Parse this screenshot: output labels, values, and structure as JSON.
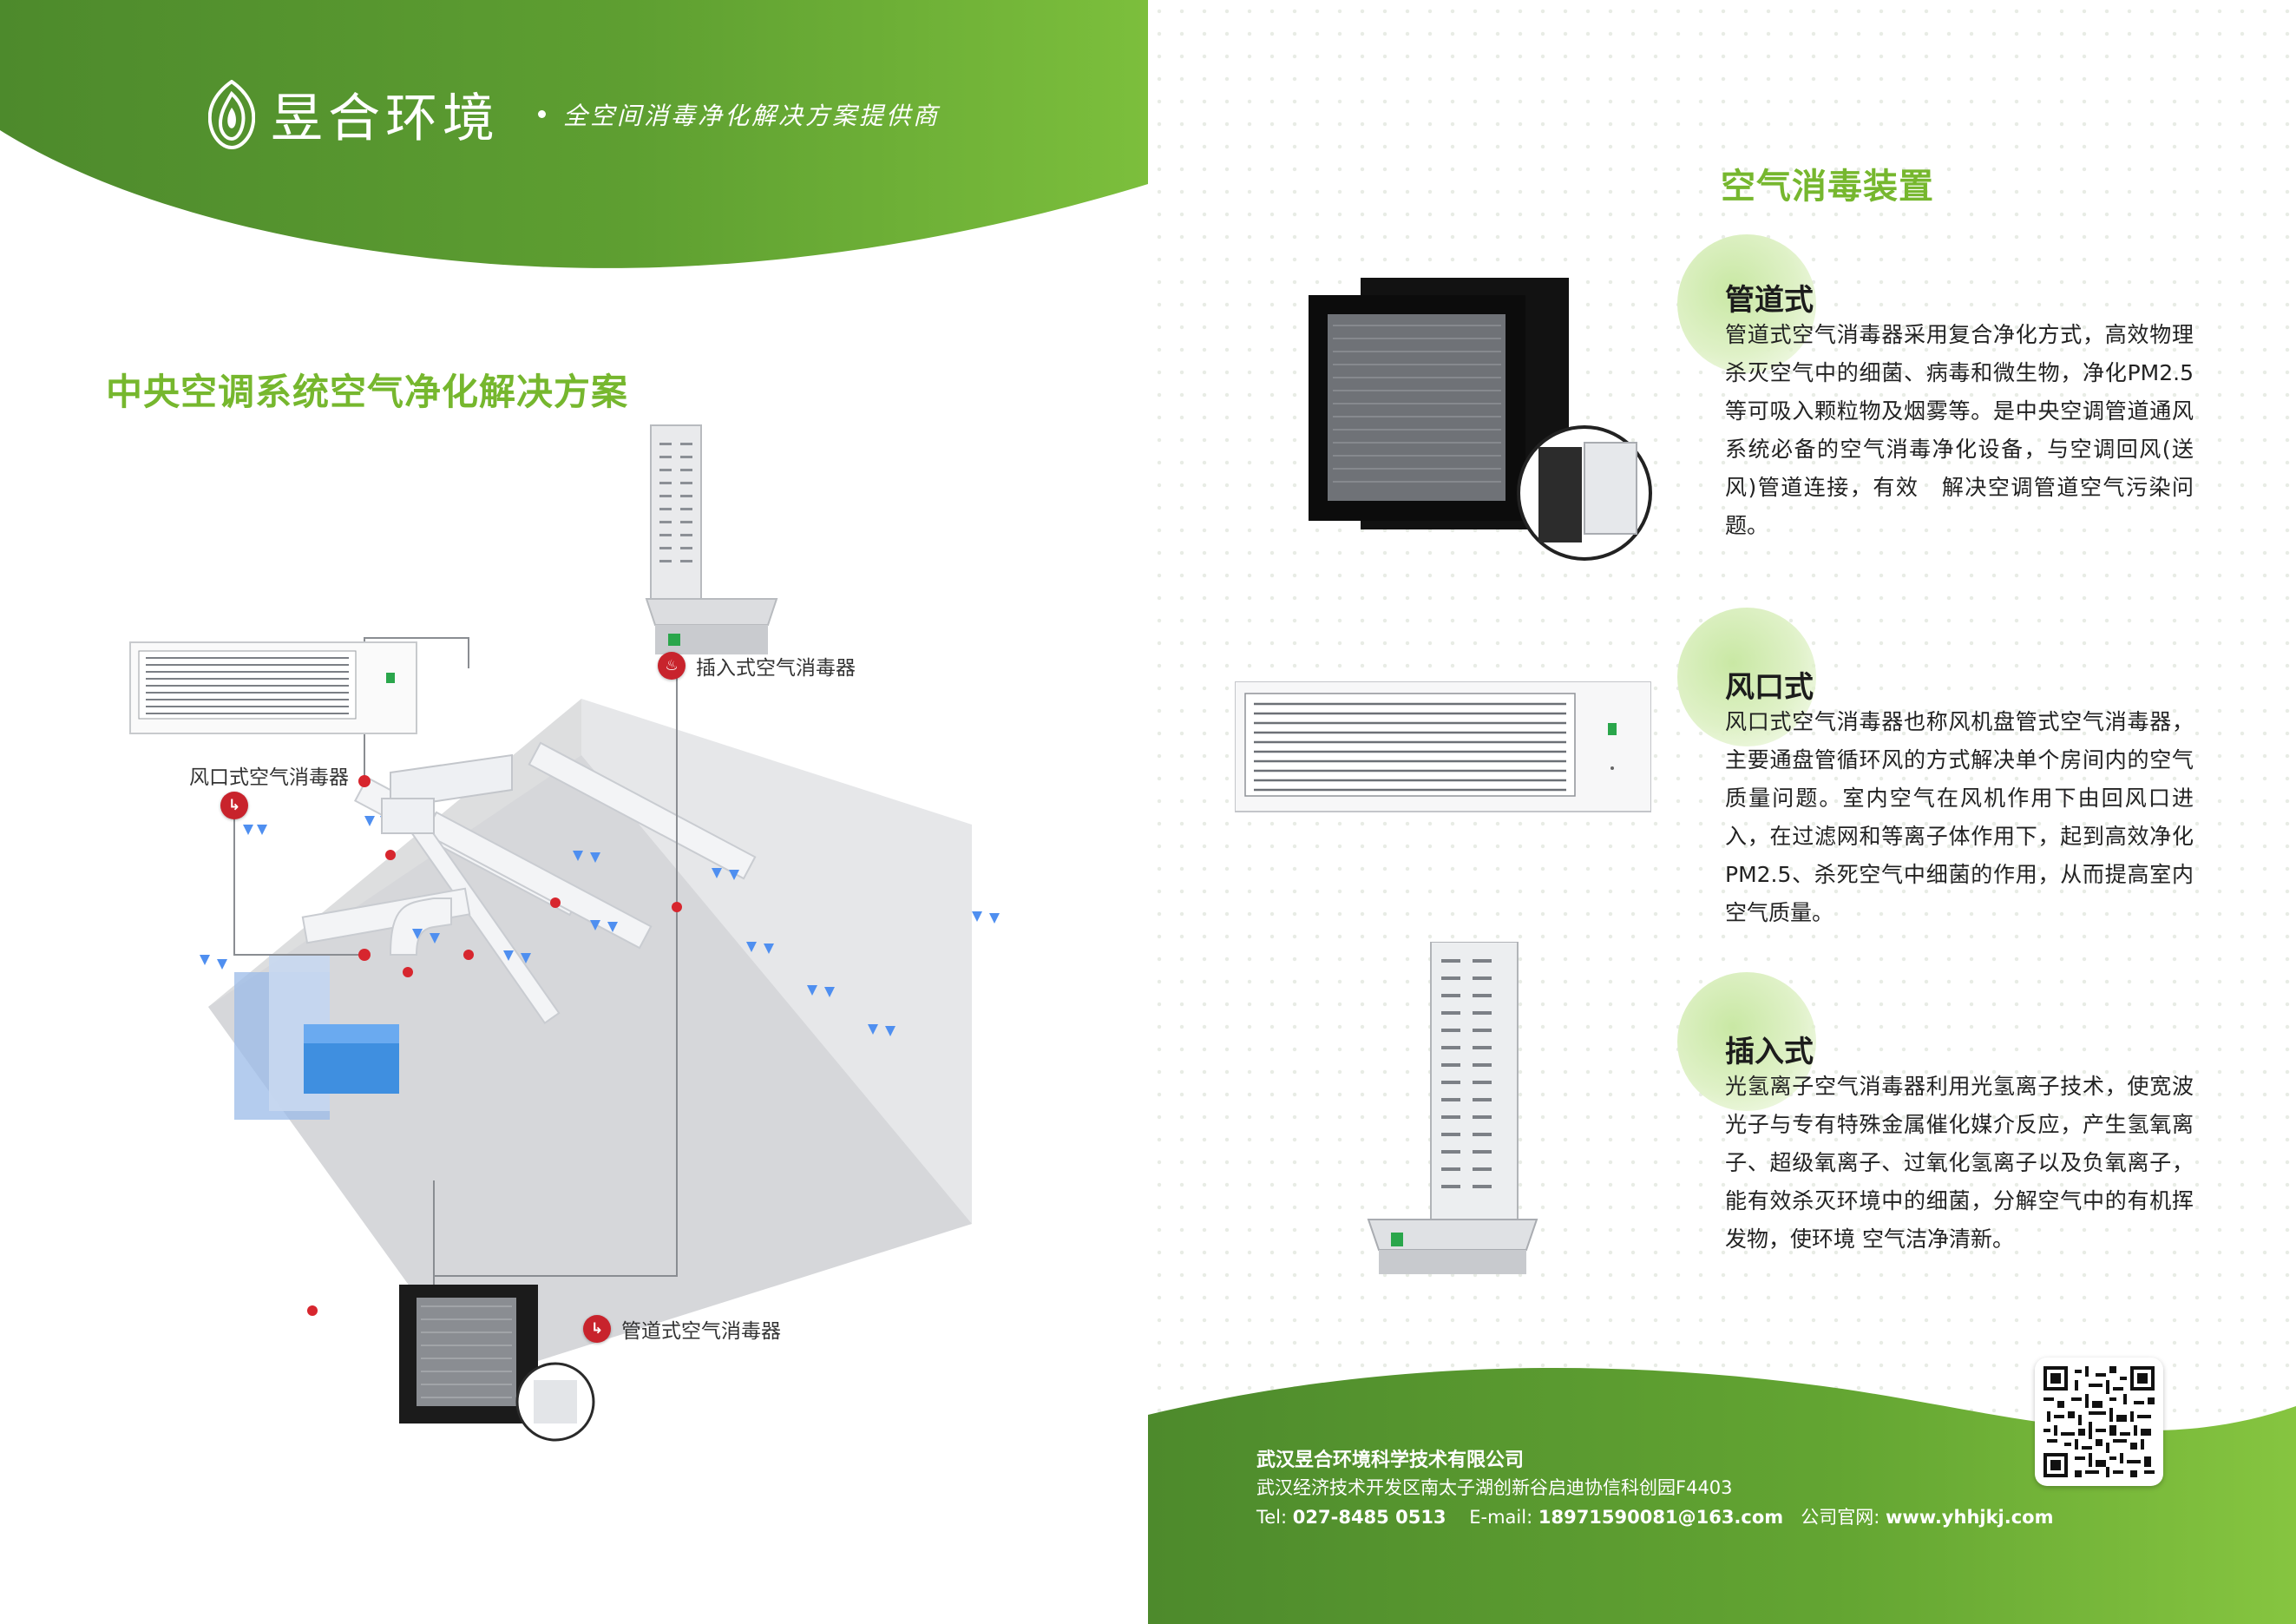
{
  "header": {
    "brand": "昱合环境",
    "slogan": "全空间消毒净化解决方案提供商"
  },
  "left": {
    "title": "中央空调系统空气净化解决方案",
    "labels": {
      "plugin": "插入式空气消毒器",
      "vent": "风口式空气消毒器",
      "duct": "管道式空气消毒器"
    }
  },
  "right": {
    "title": "空气消毒装置",
    "sections": [
      {
        "title": "管道式",
        "body": "管道式空气消毒器采用复合净化方式，高效物理杀灭空气中的细菌、病毒和微生物，净化PM2.5等可吸入颗粒物及烟雾等。是中央空调管道通风系统必备的空气消毒净化设备，与空调回风(送风)管道连接，有效　解决空调管道空气污染问题。"
      },
      {
        "title": "风口式",
        "body": "风口式空气消毒器也称风机盘管式空气消毒器，主要通盘管循环风的方式解决单个房间内的空气质量问题。室内空气在风机作用下由回风口进入，在过滤网和等离子体作用下，起到高效净化PM2.5、杀死空气中细菌的作用，从而提高室内空气质量。"
      },
      {
        "title": "插入式",
        "body": "光氢离子空气消毒器利用光氢离子技术，使宽波光子与专有特殊金属催化媒介反应，产生氢氧离子、超级氧离子、过氧化氢离子以及负氧离子，能有效杀灭环境中的细菌，分解空气中的有机挥发物，使环境 空气洁净清新。"
      }
    ]
  },
  "footer": {
    "company": "武汉昱合环境科学技术有限公司",
    "address": "武汉经济技术开发区南太子湖创新谷启迪协信科创园F4403",
    "tel_label": "Tel:",
    "tel": "027-8485 0513",
    "email_label": "E-mail:",
    "email": "18971590081@163.com",
    "site_label": "公司官网:",
    "site": "www.yhhjkj.com"
  },
  "colors": {
    "brand_green": "#76b72e",
    "dark_green": "#4f8a2b",
    "badge_red": "#c8232c"
  }
}
